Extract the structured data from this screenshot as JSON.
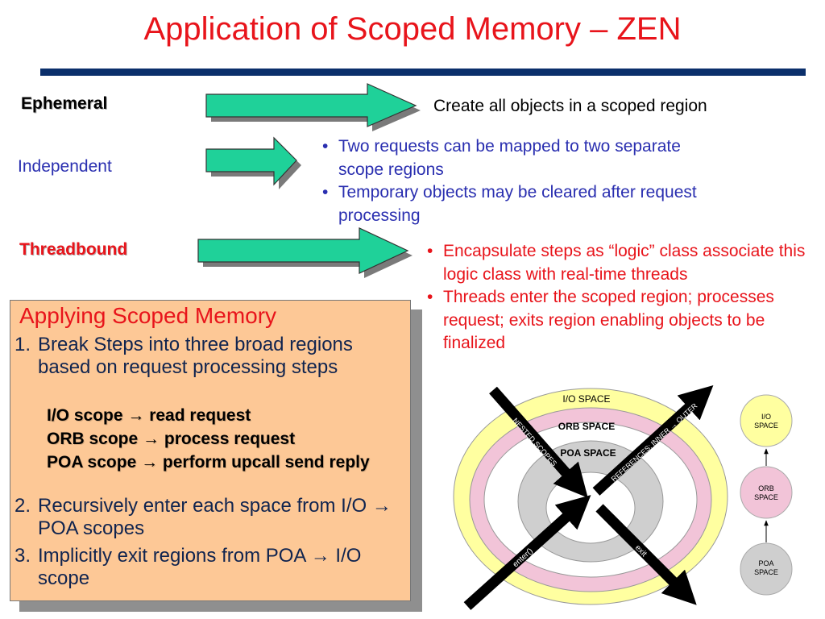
{
  "title": "Application of Scoped Memory – ZEN",
  "colors": {
    "title": "#e8141b",
    "rule": "#0b2f6b",
    "arrow": "#1fd199",
    "box": "#fdc896"
  },
  "rows": {
    "ephemeral": {
      "label": "Ephemeral",
      "description": "Create all objects in a scoped region"
    },
    "independent": {
      "label": "Independent",
      "bullets": [
        "Two requests can be mapped to two separate scope regions",
        "Temporary objects may be cleared after request processing"
      ]
    },
    "threadbound": {
      "label": "Threadbound",
      "bullets": [
        "Encapsulate steps as “logic” class associate this logic class with real-time threads",
        "Threads enter the scoped region; processes request; exits region enabling objects to be finalized"
      ]
    }
  },
  "box": {
    "title": "Applying Scoped Memory",
    "step1_num": "1.",
    "step1": "Break Steps into three broad regions based on request processing steps",
    "sub1": "I/O scope → read request",
    "sub2": "ORB scope → process request",
    "sub3": "POA scope → perform upcall send reply",
    "step2_num": "2.",
    "step2": "Recursively enter each space from I/O → POA scopes",
    "step3_num": "3.",
    "step3": "Implicitly exit regions from POA → I/O scope"
  },
  "diagram": {
    "io_space": "I/O SPACE",
    "orb_space": "ORB SPACE",
    "poa_space": "POA SPACE",
    "nested_scopes": "NESTED SCOPES",
    "references": "REFERENCES: INNER → OUTER",
    "enter": "enter()",
    "exit": "exit",
    "node_io_1": "I/O",
    "node_io_2": "SPACE",
    "node_orb_1": "ORB",
    "node_orb_2": "SPACE",
    "node_poa_1": "POA",
    "node_poa_2": "SPACE"
  }
}
